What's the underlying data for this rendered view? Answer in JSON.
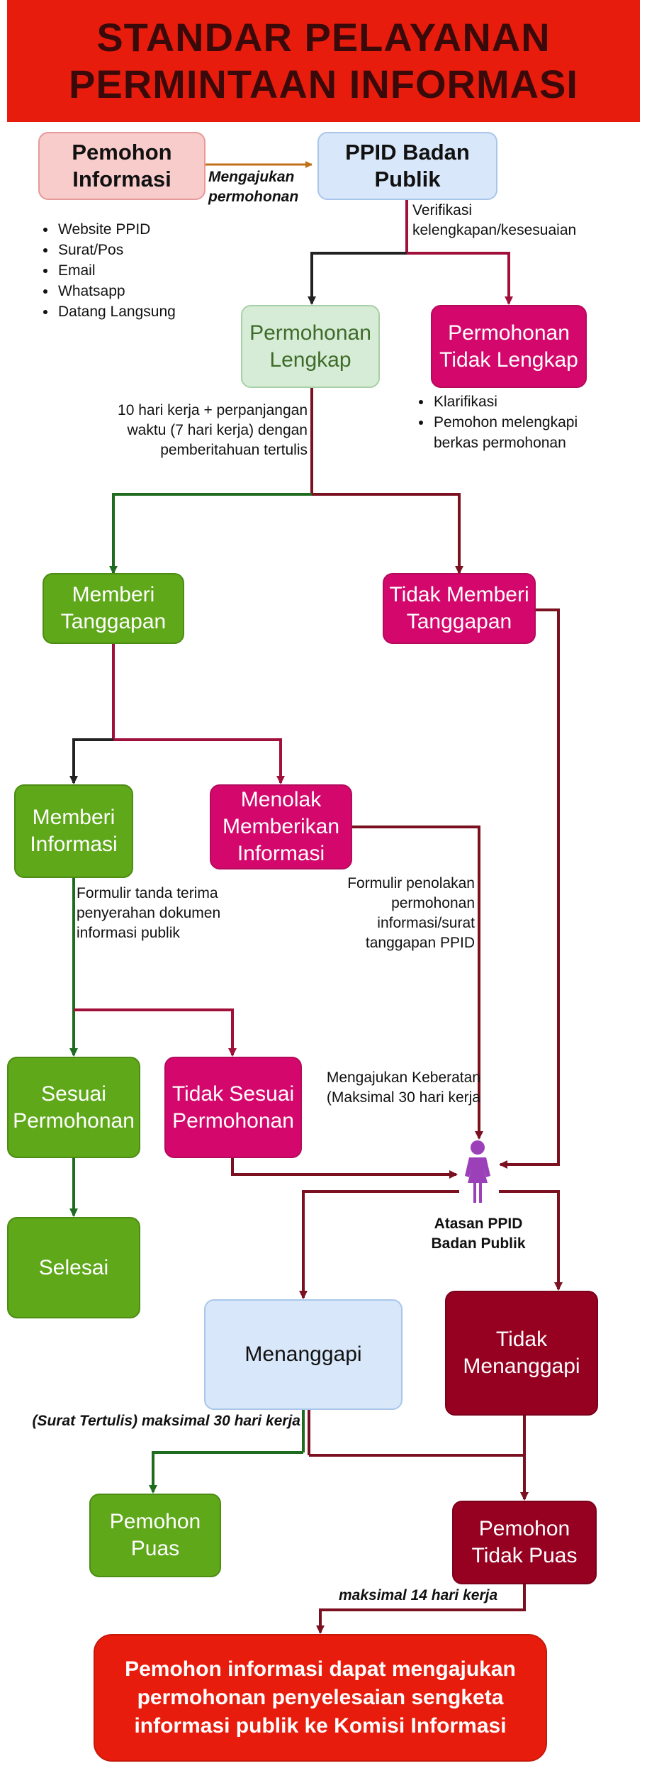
{
  "header": {
    "line1": "STANDAR PELAYANAN",
    "line2": "PERMINTAAN INFORMASI"
  },
  "nodes": {
    "pemohon_informasi": "Pemohon Informasi",
    "ppid_badan_publik": "PPID Badan Publik",
    "permohonan_lengkap": "Permohonan Lengkap",
    "permohonan_tidak_lengkap": "Permohonan Tidak Lengkap",
    "memberi_tanggapan": "Memberi Tanggapan",
    "tidak_memberi_tanggapan": "Tidak Memberi Tanggapan",
    "memberi_informasi": "Memberi Informasi",
    "menolak_memberikan_informasi": "Menolak Memberikan Informasi",
    "sesuai_permohonan": "Sesuai Permohonan",
    "tidak_sesuai_permohonan": "Tidak Sesuai Permohonan",
    "selesai": "Selesai",
    "menanggapi": "Menanggapi",
    "tidak_menanggapi": "Tidak Menanggapi",
    "pemohon_puas": "Pemohon Puas",
    "pemohon_tidak_puas": "Pemohon Tidak Puas",
    "komisi_informasi": "Pemohon informasi dapat mengajukan permohonan penyelesaian sengketa informasi publik ke Komisi Informasi"
  },
  "channels": [
    "Website PPID",
    "Surat/Pos",
    "Email",
    "Whatsapp",
    "Datang Langsung"
  ],
  "klarifikasi": [
    "Klarifikasi",
    "Pemohon melengkapi berkas permohonan"
  ],
  "labels": {
    "mengajukan": "Mengajukan permohonan",
    "verifikasi": "Verifikasi kelengkapan/kesesuaian",
    "sepuluh_hari": "10 hari kerja + perpanjangan waktu (7 hari kerja) dengan pemberitahuan tertulis",
    "formulir_terima": "Formulir tanda terima penyerahan dokumen informasi publik",
    "formulir_tolak": "Formulir penolakan permohonan informasi/surat tanggapan PPID",
    "keberatan": "Mengajukan Keberatan (Maksimal 30 hari kerja",
    "atasan": "Atasan PPID Badan Publik",
    "surat_tertulis": "(Surat Tertulis) maksimal 30 hari kerja",
    "empat_belas": "maksimal 14 hari kerja"
  },
  "icons": {
    "person": "person-icon"
  },
  "colors": {
    "header_red": "#e81c0d",
    "magenta": "#d4086c",
    "green": "#5ea81a",
    "maroon": "#960021",
    "arrow_orange": "#c07018",
    "line_dark_red": "#7a1020",
    "line_crimson": "#a0103a",
    "line_dark_green": "#1f6b1f",
    "line_black": "#222222",
    "person_purple": "#9b40b8"
  }
}
